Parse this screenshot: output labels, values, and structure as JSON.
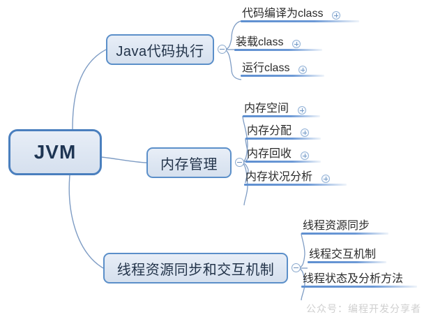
{
  "diagram": {
    "type": "mindmap",
    "root": {
      "label": "JVM",
      "collapse_icon": "minus-circle-icon"
    },
    "branches": [
      {
        "label": "Java代码执行",
        "collapse_icon": "minus-circle-icon",
        "children": [
          {
            "label": "代码编译为class",
            "expand_icon": "plus-circle-icon",
            "has_expand": true
          },
          {
            "label": "装载class",
            "expand_icon": "plus-circle-icon",
            "has_expand": true
          },
          {
            "label": "运行class",
            "expand_icon": "plus-circle-icon",
            "has_expand": true
          }
        ]
      },
      {
        "label": "内存管理",
        "collapse_icon": "minus-circle-icon",
        "children": [
          {
            "label": "内存空间",
            "expand_icon": "plus-circle-icon",
            "has_expand": true
          },
          {
            "label": "内存分配",
            "expand_icon": "plus-circle-icon",
            "has_expand": true
          },
          {
            "label": "内存回收",
            "expand_icon": "plus-circle-icon",
            "has_expand": true
          },
          {
            "label": "内存状况分析",
            "expand_icon": "plus-circle-icon",
            "has_expand": true
          }
        ]
      },
      {
        "label": "线程资源同步和交互机制",
        "collapse_icon": "minus-circle-icon",
        "children": [
          {
            "label": "线程资源同步",
            "has_expand": false
          },
          {
            "label": "线程交互机制",
            "has_expand": false
          },
          {
            "label": "线程状态及分析方法",
            "has_expand": false
          }
        ]
      }
    ]
  },
  "watermark": {
    "text": "公众号：编程开发分享者"
  },
  "colors": {
    "node_border": "#5b8fc9",
    "root_border": "#4a7fbe",
    "node_fill": "#dde6f2",
    "connector": "#7e9cc4",
    "leaf_underline": "#5e8fd0",
    "text": "#23344a",
    "leaf_text": "#2a2a2a",
    "watermark": "#cfcfcf",
    "background": "#ffffff"
  }
}
